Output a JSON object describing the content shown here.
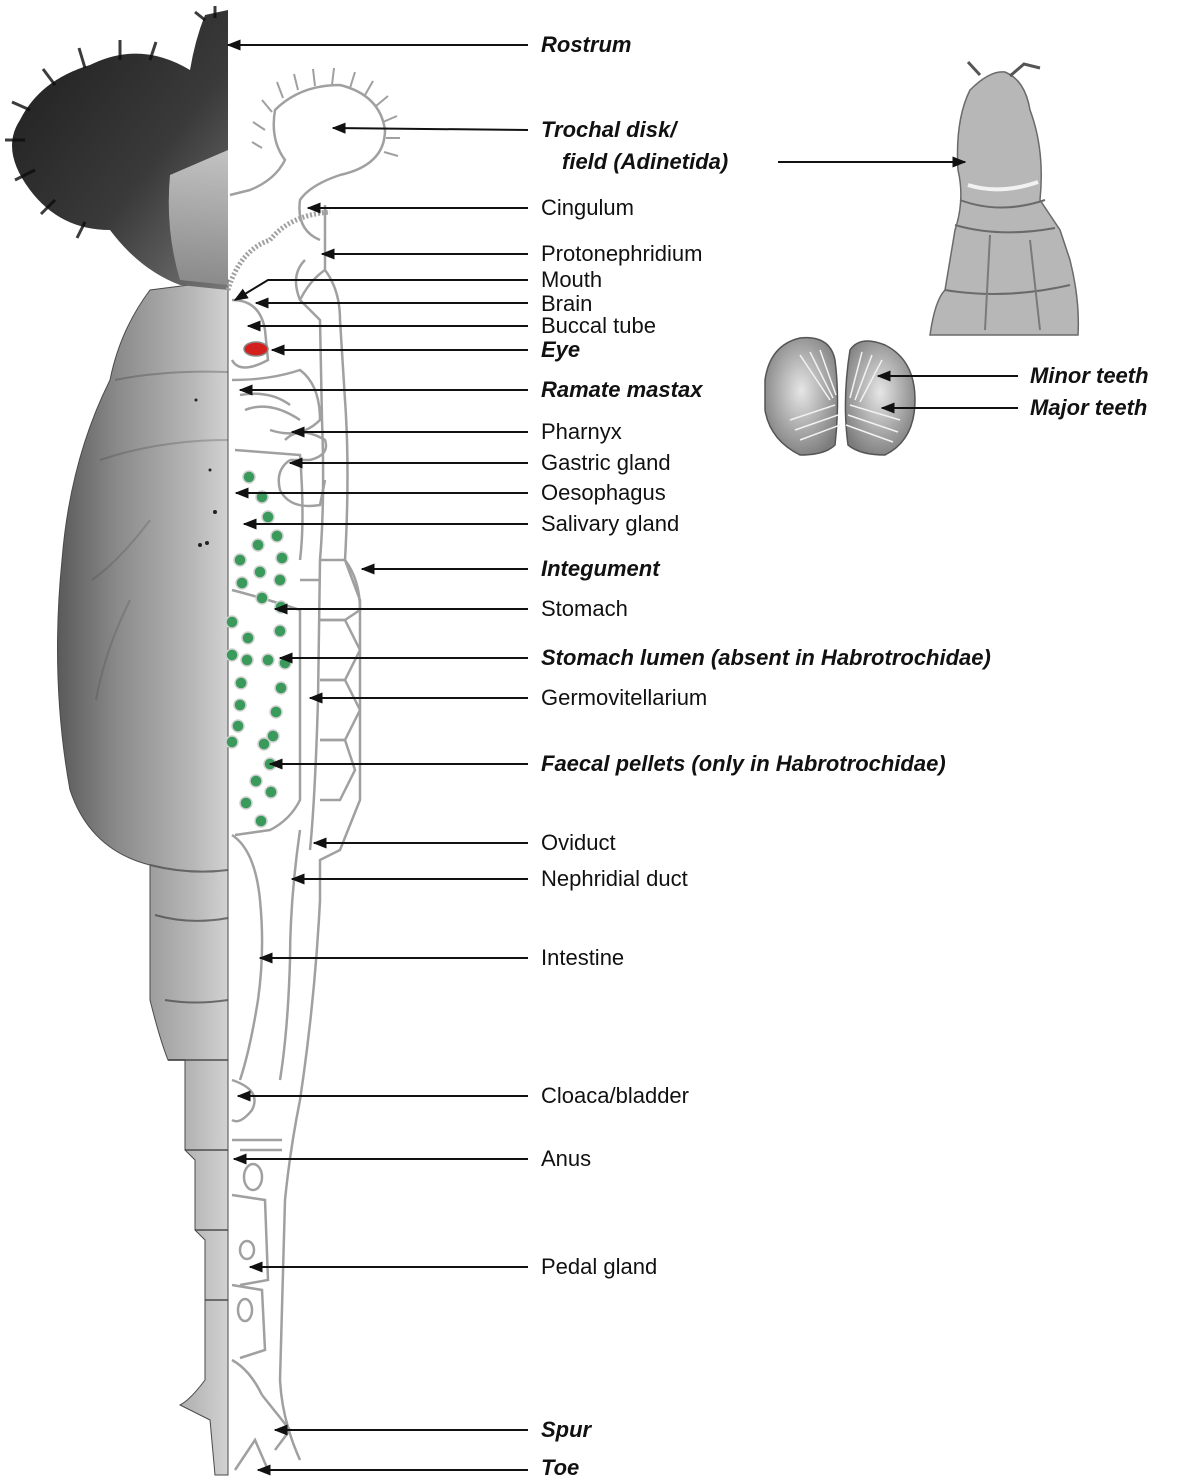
{
  "colors": {
    "outline": "#a0a0a0",
    "cell_fill": "#3a9a5b",
    "eye_fill": "#d41f1f",
    "arrow": "#111111",
    "photo_dark": "#2a2a2a",
    "photo_mid": "#6e6e6e",
    "photo_light": "#b5b5b5"
  },
  "labels": {
    "rostrum": "Rostrum",
    "trochal_disk_line1": "Trochal disk/",
    "trochal_disk_line2": "field (Adinetida)",
    "cingulum": "Cingulum",
    "protonephridium": "Protonephridium",
    "mouth": "Mouth",
    "brain": "Brain",
    "buccal_tube": "Buccal tube",
    "eye": "Eye",
    "ramate_mastax": "Ramate mastax",
    "pharnyx": "Pharnyx",
    "gastric_gland": "Gastric gland",
    "oesophagus": "Oesophagus",
    "salivary_gland": "Salivary gland",
    "integument": "Integument",
    "stomach": "Stomach",
    "stomach_lumen": "Stomach lumen (absent in Habrotrochidae)",
    "germovitellarium": "Germovitellarium",
    "faecal_pellets": "Faecal pellets (only in Habrotrochidae)",
    "oviduct": "Oviduct",
    "nephridial_duct": "Nephridial duct",
    "intestine": "Intestine",
    "cloaca_bladder": "Cloaca/bladder",
    "anus": "Anus",
    "pedal_gland": "Pedal gland",
    "spur": "Spur",
    "toe": "Toe",
    "minor_teeth": "Minor teeth",
    "major_teeth": "Major teeth"
  }
}
